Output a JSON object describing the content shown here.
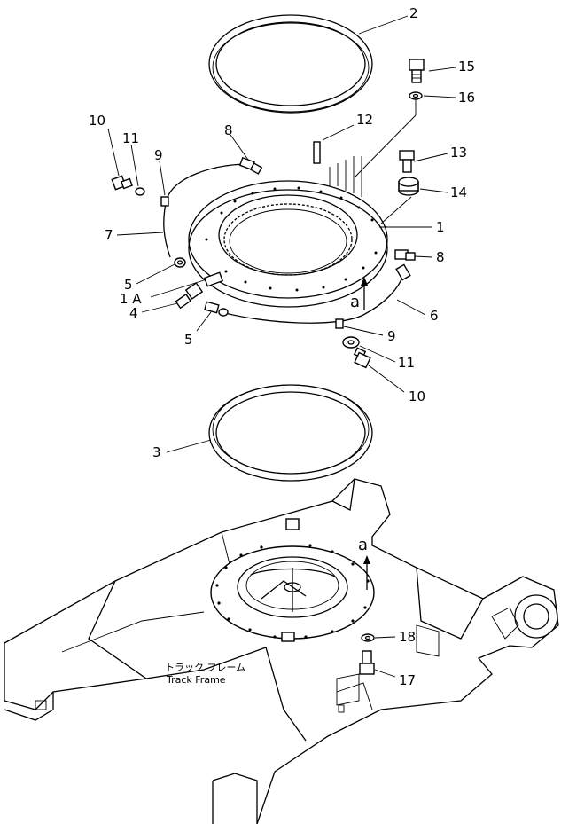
{
  "callouts": {
    "p2": "2",
    "p15": "15",
    "p16": "16",
    "p12": "12",
    "p10a": "10",
    "p11a": "11",
    "p9a": "9",
    "p8a": "8",
    "p13": "13",
    "p14": "14",
    "p7": "7",
    "p1": "1",
    "p8b": "8",
    "p5a": "5",
    "p1A": "1 A",
    "p4": "4",
    "p5b": "5",
    "p6": "6",
    "pa1": "a",
    "p9b": "9",
    "p11b": "11",
    "p10b": "10",
    "p3": "3",
    "pa2": "a",
    "p18": "18",
    "p17": "17"
  },
  "frame_label": {
    "japanese": "トラック フレーム",
    "english": "Track Frame"
  }
}
